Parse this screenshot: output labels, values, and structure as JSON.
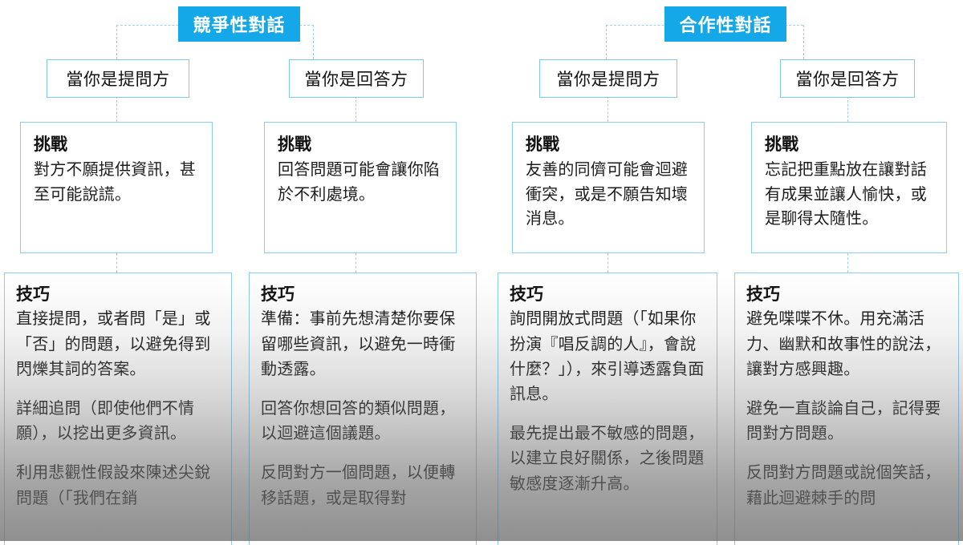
{
  "categories": [
    {
      "label": "競爭性對話"
    },
    {
      "label": "合作性對話"
    }
  ],
  "roles": [
    {
      "label": "當你是提問方"
    },
    {
      "label": "當你是回答方"
    },
    {
      "label": "當你是提問方"
    },
    {
      "label": "當你是回答方"
    }
  ],
  "challenges": [
    {
      "title": "挑戰",
      "body": "對方不願提供資訊，甚至可能說謊。"
    },
    {
      "title": "挑戰",
      "body": "回答問題可能會讓你陷於不利處境。"
    },
    {
      "title": "挑戰",
      "body": "友善的同儕可能會迴避衝突，或是不願告知壞消息。"
    },
    {
      "title": "挑戰",
      "body": "忘記把重點放在讓對話有成果並讓人愉快，或是聊得太隨性。"
    }
  ],
  "techniques": [
    {
      "title": "技巧",
      "paragraphs": [
        "直接提問，或者問「是」或「否」的問題，以避免得到閃爍其詞的答案。",
        "詳細追問（即使他們不情願），以挖出更多資訊。",
        "利用悲觀性假設來陳述尖銳問題（「我們在銷"
      ]
    },
    {
      "title": "技巧",
      "paragraphs": [
        "準備：事前先想清楚你要保留哪些資訊，以避免一時衝動透露。",
        "回答你想回答的類似問題，以迴避這個議題。",
        "反問對方一個問題，以便轉移話題，或是取得對"
      ]
    },
    {
      "title": "技巧",
      "paragraphs": [
        "詢問開放式問題（「如果你扮演『唱反調的人』，會說什麼？」），來引導透露負面訊息。",
        "最先提出最不敏感的問題，以建立良好關係，之後問題敏感度逐漸升高。"
      ]
    },
    {
      "title": "技巧",
      "paragraphs": [
        "避免喋喋不休。用充滿活力、幽默和故事性的說法，讓對方感興趣。",
        "避免一直談論自己，記得要問對方問題。",
        "反問對方問題或說個笑話，藉此迴避棘手的問"
      ]
    }
  ],
  "colors": {
    "accent": "#14a8e8",
    "box_border": "#8ccdee",
    "connector": "#9bd2f0",
    "text": "#1c1c1c",
    "fade": "#6e6e6e"
  }
}
